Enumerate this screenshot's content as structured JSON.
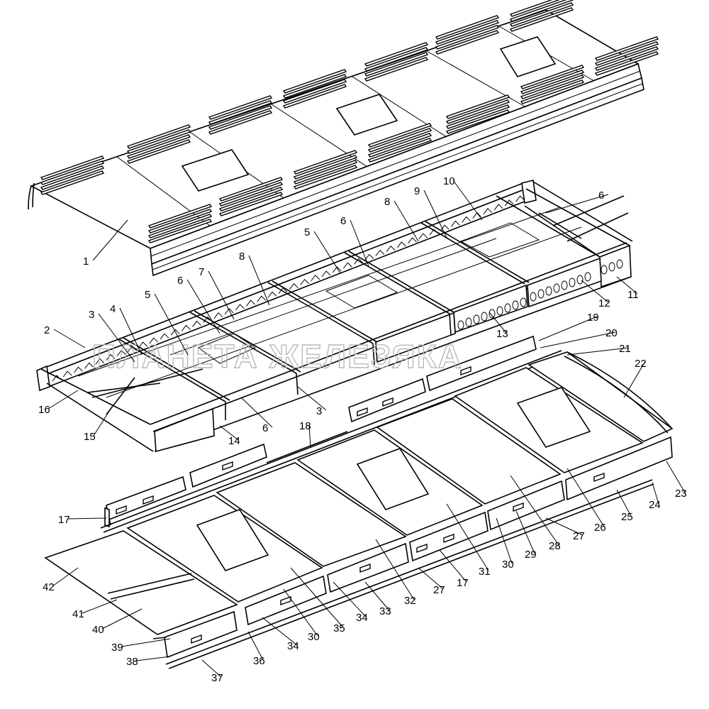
{
  "watermark": "ПЛАНЕТА ЖЕЛЕЗЯКА",
  "callouts": [
    {
      "n": "1"
    },
    {
      "n": "2"
    },
    {
      "n": "3"
    },
    {
      "n": "4"
    },
    {
      "n": "5"
    },
    {
      "n": "6"
    },
    {
      "n": "7"
    },
    {
      "n": "8"
    },
    {
      "n": "5"
    },
    {
      "n": "6"
    },
    {
      "n": "8"
    },
    {
      "n": "9"
    },
    {
      "n": "10"
    },
    {
      "n": "6"
    },
    {
      "n": "11"
    },
    {
      "n": "12"
    },
    {
      "n": "13"
    },
    {
      "n": "19"
    },
    {
      "n": "20"
    },
    {
      "n": "21"
    },
    {
      "n": "22"
    },
    {
      "n": "16"
    },
    {
      "n": "15"
    },
    {
      "n": "14"
    },
    {
      "n": "6"
    },
    {
      "n": "3"
    },
    {
      "n": "18"
    },
    {
      "n": "17"
    },
    {
      "n": "23"
    },
    {
      "n": "24"
    },
    {
      "n": "25"
    },
    {
      "n": "26"
    },
    {
      "n": "27"
    },
    {
      "n": "28"
    },
    {
      "n": "29"
    },
    {
      "n": "30"
    },
    {
      "n": "31"
    },
    {
      "n": "32"
    },
    {
      "n": "27"
    },
    {
      "n": "17"
    },
    {
      "n": "33"
    },
    {
      "n": "34"
    },
    {
      "n": "35"
    },
    {
      "n": "30"
    },
    {
      "n": "34"
    },
    {
      "n": "42"
    },
    {
      "n": "41"
    },
    {
      "n": "40"
    },
    {
      "n": "39"
    },
    {
      "n": "38"
    },
    {
      "n": "37"
    },
    {
      "n": "36"
    }
  ]
}
